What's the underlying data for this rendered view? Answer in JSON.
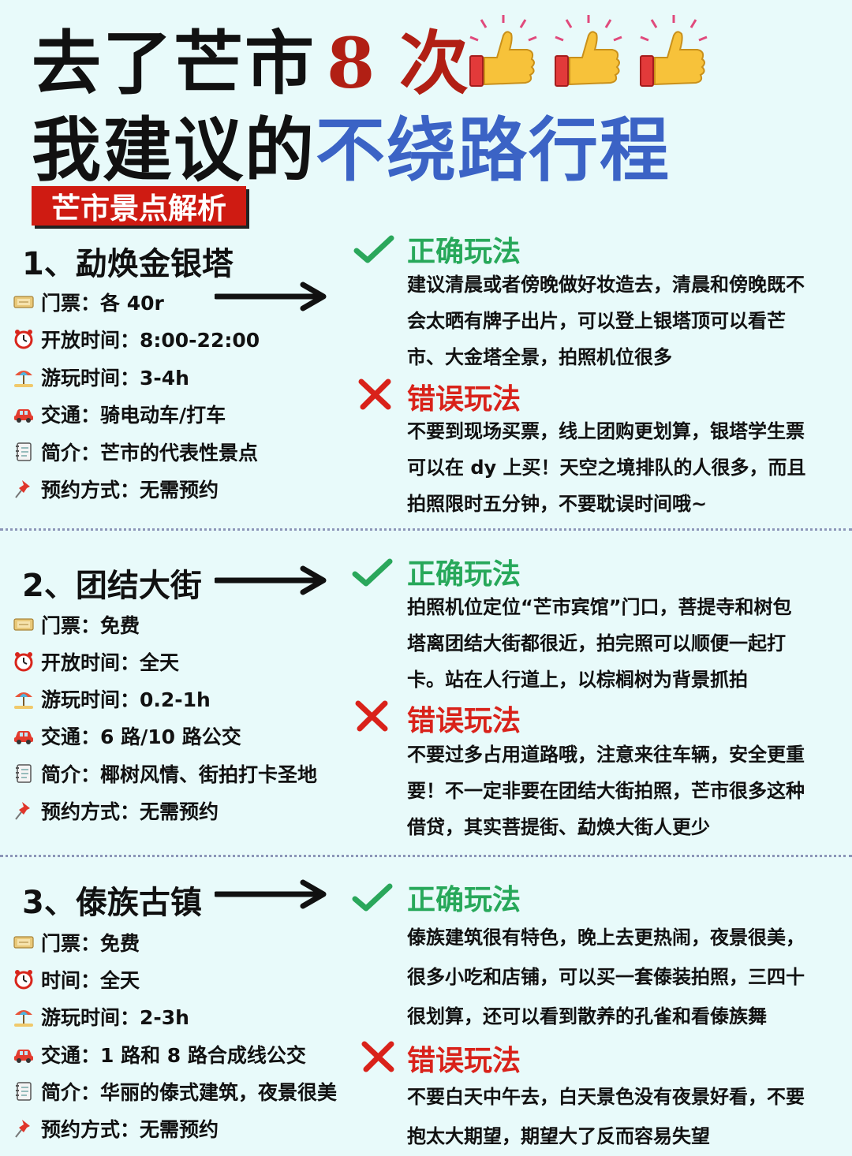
{
  "header": {
    "title_line1_black": "去了芒市",
    "title_line1_red": "8 次",
    "thumbs_icon": "thumbs-up-icon",
    "title_line2_black": "我建议的",
    "title_line2_blue": "不绕路行程",
    "badge": "芒市景点解析"
  },
  "colors": {
    "red": "#cf1b12",
    "blue": "#3b63c5",
    "green": "#27a85a",
    "background": "#e8fafa"
  },
  "sections": [
    {
      "title": "1、勐焕金银塔",
      "info": [
        {
          "icon": "ticket-icon",
          "text": "门票：各 40r"
        },
        {
          "icon": "alarm-clock-icon",
          "text": "开放时间：8:00-22:00"
        },
        {
          "icon": "beach-umbrella-icon",
          "text": "游玩时间：3-4h"
        },
        {
          "icon": "car-icon",
          "text": "交通：骑电动车/打车"
        },
        {
          "icon": "notebook-icon",
          "text": "简介：芒市的代表性景点"
        },
        {
          "icon": "pushpin-icon",
          "text": "预约方式：无需预约"
        }
      ],
      "good_title": "正确玩法",
      "good_lines": [
        "建议清晨或者傍晚做好妆造去，清晨和傍晚既不",
        "会太晒有牌子出片，可以登上银塔顶可以看芒",
        "市、大金塔全景，拍照机位很多"
      ],
      "bad_title": "错误玩法",
      "bad_lines": [
        "不要到现场买票，线上团购更划算，银塔学生票",
        "可以在 dy 上买！天空之境排队的人很多，而且",
        "拍照限时五分钟，不要耽误时间哦~"
      ]
    },
    {
      "title": "2、团结大街",
      "info": [
        {
          "icon": "ticket-icon",
          "text": "门票：免费"
        },
        {
          "icon": "alarm-clock-icon",
          "text": "开放时间：全天"
        },
        {
          "icon": "beach-umbrella-icon",
          "text": "游玩时间：0.2-1h"
        },
        {
          "icon": "car-icon",
          "text": "交通：6 路/10 路公交"
        },
        {
          "icon": "notebook-icon",
          "text": "简介：椰树风情、街拍打卡圣地"
        },
        {
          "icon": "pushpin-icon",
          "text": "预约方式：无需预约"
        }
      ],
      "good_title": "正确玩法",
      "good_lines": [
        "拍照机位定位“芒市宾馆”门口，菩提寺和树包",
        "塔离团结大街都很近，拍完照可以顺便一起打",
        "卡。站在人行道上，以棕榈树为背景抓拍"
      ],
      "bad_title": "错误玩法",
      "bad_lines": [
        "不要过多占用道路哦，注意来往车辆，安全更重",
        "要！不一定非要在团结大街拍照，芒市很多这种",
        "借贷，其实菩提街、勐焕大街人更少"
      ]
    },
    {
      "title": "3、傣族古镇",
      "info": [
        {
          "icon": "ticket-icon",
          "text": "门票：免费"
        },
        {
          "icon": "alarm-clock-icon",
          "text": "时间：全天"
        },
        {
          "icon": "beach-umbrella-icon",
          "text": "游玩时间：2-3h"
        },
        {
          "icon": "car-icon",
          "text": "交通：1 路和 8 路合成线公交"
        },
        {
          "icon": "notebook-icon",
          "text": "简介：华丽的傣式建筑，夜景很美"
        },
        {
          "icon": "pushpin-icon",
          "text": "预约方式：无需预约"
        }
      ],
      "good_title": "正确玩法",
      "good_lines": [
        "傣族建筑很有特色，晚上去更热闹，夜景很美，",
        "很多小吃和店铺，可以买一套傣装拍照，三四十",
        "很划算，还可以看到散养的孔雀和看傣族舞"
      ],
      "bad_title": "错误玩法",
      "bad_lines": [
        "不要白天中午去，白天景色没有夜景好看，不要",
        "抱太大期望，期望大了反而容易失望"
      ]
    }
  ]
}
